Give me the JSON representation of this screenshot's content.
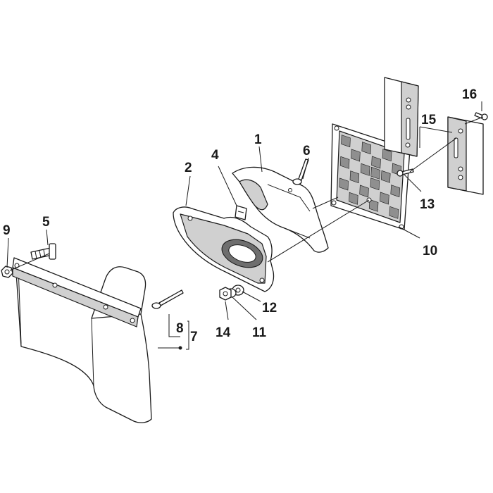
{
  "diagram": {
    "callouts": {
      "c1": "1",
      "c2": "2",
      "c4": "4",
      "c5": "5",
      "c6": "6",
      "c7": "7",
      "c8": "8",
      "c9": "9",
      "c10": "10",
      "c11": "11",
      "c12": "12",
      "c13": "13",
      "c14": "14",
      "c15": "15",
      "c16": "16"
    }
  }
}
